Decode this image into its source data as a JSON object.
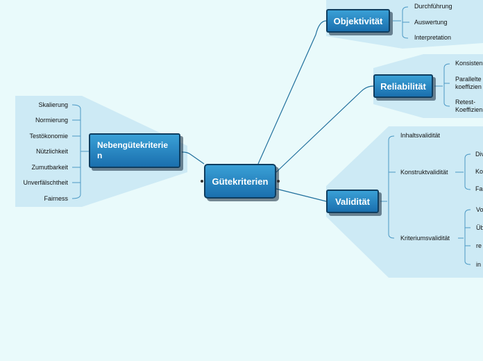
{
  "center": {
    "label": "Gütekriterien"
  },
  "branches": {
    "objektivitaet": {
      "label": "Objektivität",
      "items": [
        "Durchführung",
        "Auswertung",
        "Interpretation"
      ]
    },
    "reliabilitaet": {
      "label": "Reliabilität",
      "items": [
        "Konsisten",
        "Parallelte",
        "koeffizien",
        "Retest-",
        "Koeffizien"
      ]
    },
    "validitaet": {
      "label": "Validität",
      "items": [
        "Inhaltsvalidität",
        "Konstruktvalidität",
        "Kriteriumsvalidität"
      ],
      "konstrukt_sub": [
        "Div",
        "Ko",
        "Fa"
      ],
      "kriterium_sub": [
        "Vo",
        "Üb",
        "re",
        "in"
      ]
    },
    "neben": {
      "label_line1": "Nebengütekriterie",
      "label_line2": "n",
      "items": [
        "Skalierung",
        "Normierung",
        "Testökonomie",
        "Nützlichkeit",
        "Zumutbarkeit",
        "Unverfälschtheit",
        "Fairness"
      ]
    }
  },
  "colors": {
    "background": "#e9fafb",
    "panel": "#cdeaf5",
    "line": "#1f6f9c",
    "node_top": "#3aa0d6",
    "node_bottom": "#1a6fae"
  }
}
